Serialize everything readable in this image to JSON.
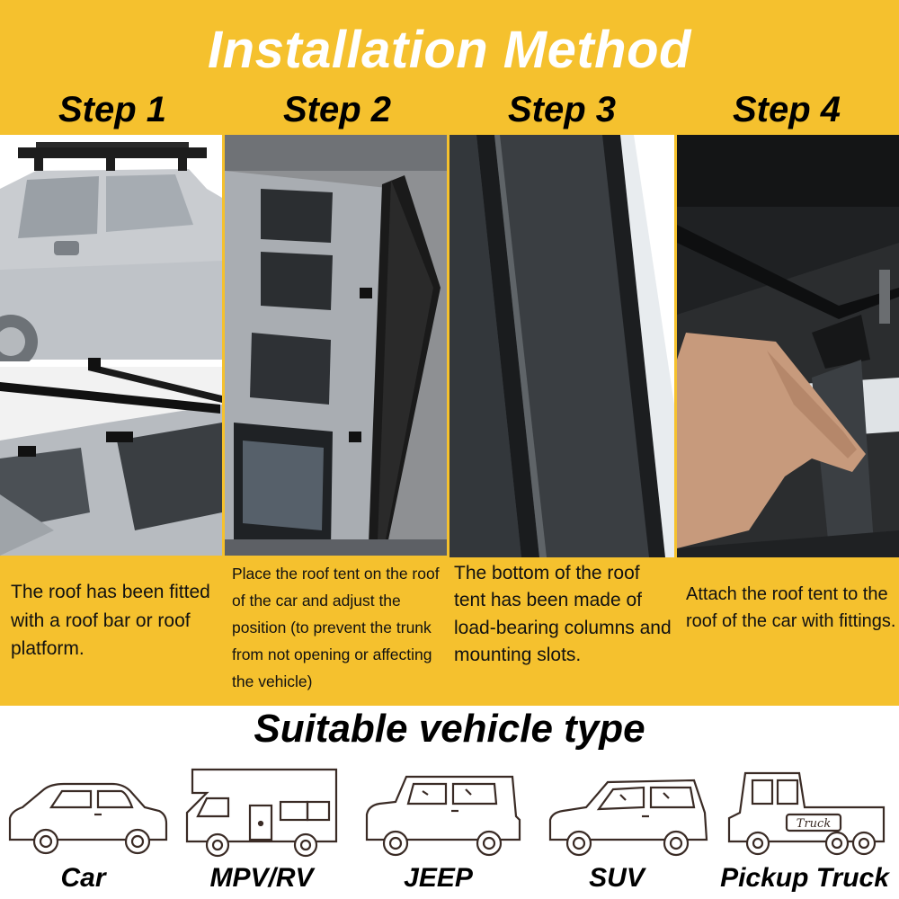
{
  "header": {
    "title": "Installation Method"
  },
  "steps": [
    {
      "label": "Step 1",
      "text": "The roof has been fitted with a roof bar or roof platform."
    },
    {
      "label": "Step 2",
      "text": "Place the roof tent on the roof of the car and adjust the position (to prevent the trunk from not opening or affecting the vehicle)"
    },
    {
      "label": "Step 3",
      "text": "The bottom of the roof tent has been made of load-bearing columns and mounting slots."
    },
    {
      "label": "Step 4",
      "text": "Attach the roof tent to the roof of the car with fittings."
    }
  ],
  "vehicles": {
    "title": "Suitable vehicle type",
    "items": [
      {
        "label": "Car",
        "icon": "car-icon"
      },
      {
        "label": "MPV/RV",
        "icon": "rv-icon"
      },
      {
        "label": "JEEP",
        "icon": "jeep-icon"
      },
      {
        "label": "SUV",
        "icon": "suv-icon"
      },
      {
        "label": "Pickup Truck",
        "icon": "pickup-truck-icon",
        "badge": "Truck"
      }
    ]
  },
  "colors": {
    "banner": "#f5c12e",
    "title_text": "#ffffff"
  }
}
